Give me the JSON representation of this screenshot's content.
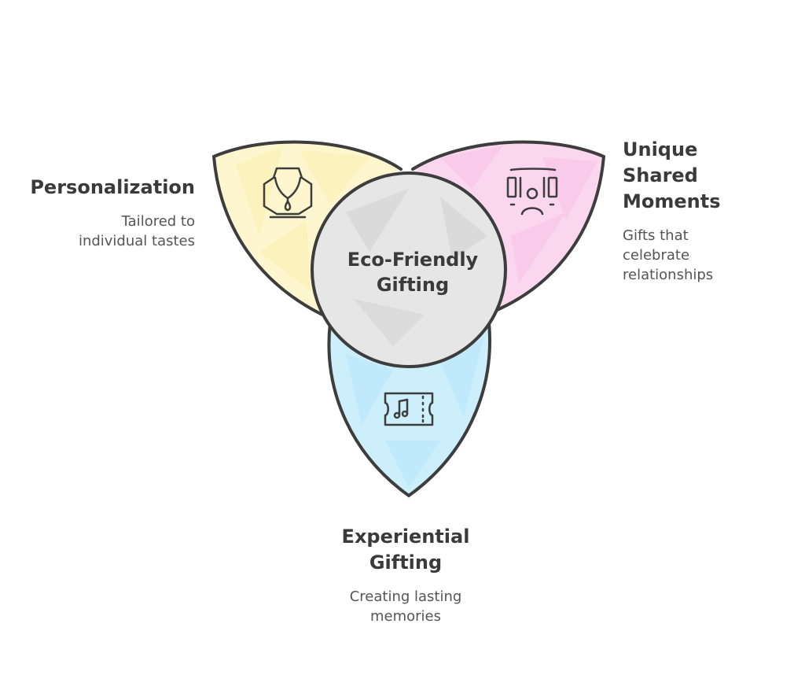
{
  "center": {
    "line1": "Eco-Friendly",
    "line2": "Gifting"
  },
  "personalization": {
    "title": "Personalization",
    "desc_line1": "Tailored to",
    "desc_line2": "individual tastes",
    "color": "#fdf6cf",
    "icon": "necklace-icon"
  },
  "unique": {
    "title_line1": "Unique",
    "title_line2": "Shared",
    "title_line3": "Moments",
    "desc_line1": "Gifts that",
    "desc_line2": "celebrate",
    "desc_line3": "relationships",
    "color": "#fbd6ef",
    "icon": "audience-icon"
  },
  "experiential": {
    "title_line1": "Experiential",
    "title_line2": "Gifting",
    "desc_line1": "Creating lasting",
    "desc_line2": "memories",
    "color": "#cdeffc",
    "icon": "music-ticket-icon"
  },
  "colors": {
    "outline": "#3d3d3d",
    "center_fill": "#e6e6e6",
    "text": "#3a3a3a"
  }
}
